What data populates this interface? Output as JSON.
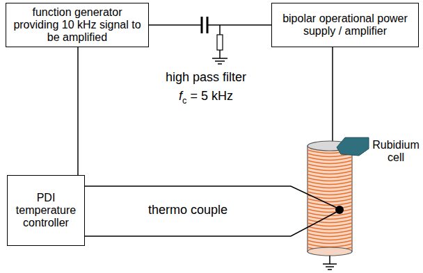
{
  "diagram": {
    "nodes": [
      {
        "text": [
          "function generator providing 10 kHz signal to be amplified"
        ]
      },
      {
        "text": [
          "bipolar operational power supply / amplifier"
        ]
      },
      {
        "text": [
          "PDI temperature controller"
        ]
      }
    ],
    "edges": [
      {
        "from": 0,
        "to": 1,
        "arrow": "none"
      },
      {
        "from": 0,
        "to": 2,
        "arrow": "none"
      }
    ],
    "labels": [
      "high pass filter",
      "fc = 5 kHz",
      "thermo couple",
      "Rubidium cell"
    ]
  }
}
